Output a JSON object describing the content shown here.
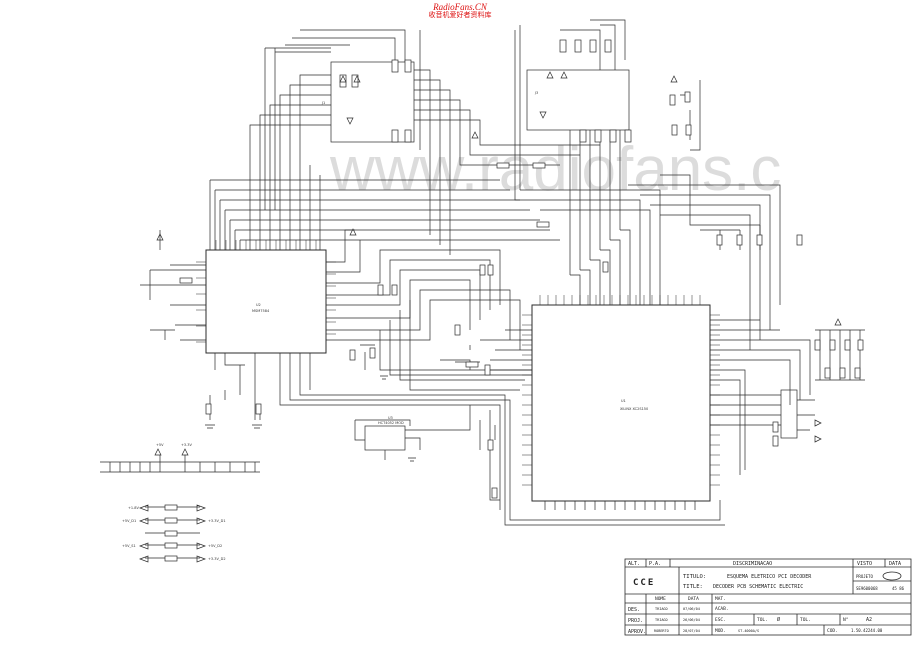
{
  "header": {
    "site": "RadioFans.CN",
    "subtitle": "收音机爱好者资料库"
  },
  "watermark": "www.radiofans.c",
  "chips": {
    "u_left": {
      "ref": "U2",
      "part": "MSM7584"
    },
    "u_main": {
      "ref": "U1",
      "part": "XILINX XC2S150"
    },
    "u_small": {
      "ref": "U3",
      "part": "HCT4052 MOD"
    },
    "u_conn_left": {
      "ref": "J1"
    },
    "u_conn_right": {
      "ref": "J3"
    }
  },
  "power_labels": [
    "+5V",
    "+3.3V",
    "+1.8V",
    "+5V_D1",
    "+3.3V_D1",
    "+5V_S1",
    "+5V_D2",
    "+3.3V_D2"
  ],
  "title_block": {
    "alt_label": "ALT.",
    "pa_label": "P.A.",
    "disc_label": "DISCRIMINACAO",
    "visto_label": "VISTO",
    "data_label": "DATA",
    "company": "CCE",
    "titulo_label": "TITULO:",
    "titulo_value": "ESQUEMA ELETRICO PCI DECODER",
    "title_label": "TITLE:",
    "title_value": "DECODER PCB SCHEMATIC ELECTRIC",
    "projeto_label": "PROJETO",
    "sheet_code": "SE9600068",
    "sheet_no": "45 86",
    "nome_label": "NOME",
    "data_col_label": "DATA",
    "mat_label": "MAT.",
    "acab_label": "ACAB.",
    "des_label": "DES.",
    "des_name": "TRIAGO",
    "des_date": "07/06/04",
    "proj_label": "PROJ.",
    "proj_name": "TRIAGO",
    "proj_date": "26/06/04",
    "esc_label": "ESC.",
    "tol_label": "TOL.",
    "tol_symbol": "Ø",
    "tol2_label": "TOL.",
    "n_label": "N°",
    "size": "A2",
    "aprov_label": "APROV.",
    "aprov_name": "ROBERTO",
    "aprov_date": "28/07/04",
    "mod_label": "MOD.",
    "mod_value": "ST-4000A/S",
    "cod_label": "COD.",
    "cod_value": "1.50.42244.00"
  },
  "colors": {
    "ink": "#2b2b2b",
    "watermark": "#dcdcdc",
    "header": "#dd1111"
  }
}
